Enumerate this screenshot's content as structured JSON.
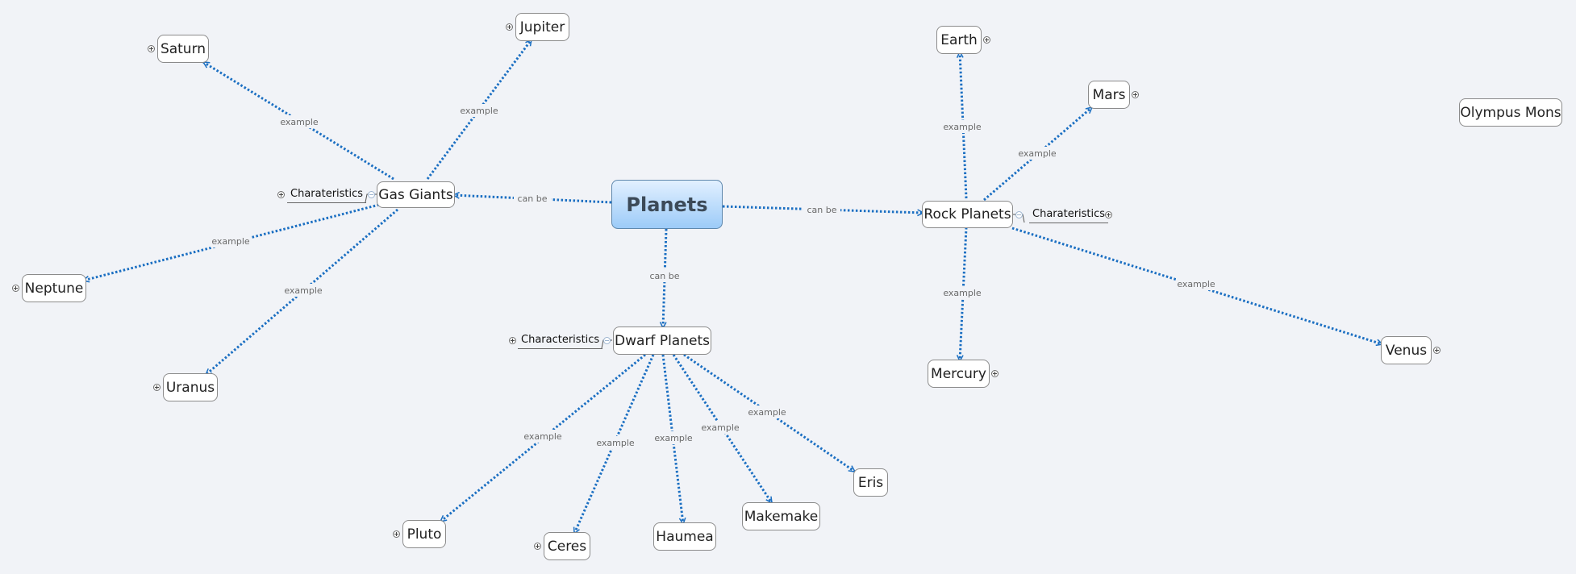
{
  "map": {
    "central": "Planets",
    "relation_label": "can be",
    "example_label": "example",
    "categories": {
      "gas": "Gas Giants",
      "rock": "Rock Planets",
      "dwarf": "Dwarf Planets"
    },
    "characteristics": {
      "gas": "Charateristics",
      "rock": "Charateristics",
      "dwarf": "Characteristics"
    },
    "planets": {
      "saturn": "Saturn",
      "jupiter": "Jupiter",
      "neptune": "Neptune",
      "uranus": "Uranus",
      "earth": "Earth",
      "mars": "Mars",
      "mercury": "Mercury",
      "venus": "Venus",
      "pluto": "Pluto",
      "ceres": "Ceres",
      "haumea": "Haumea",
      "makemake": "Makemake",
      "eris": "Eris"
    },
    "floating": "Olympus Mons"
  },
  "colors": {
    "arrow": "#1b6fc2",
    "background": "#f1f3f7",
    "label": "#6a6a6a"
  },
  "icons": [
    "expand-icon",
    "collapse-icon",
    "arrowhead"
  ]
}
